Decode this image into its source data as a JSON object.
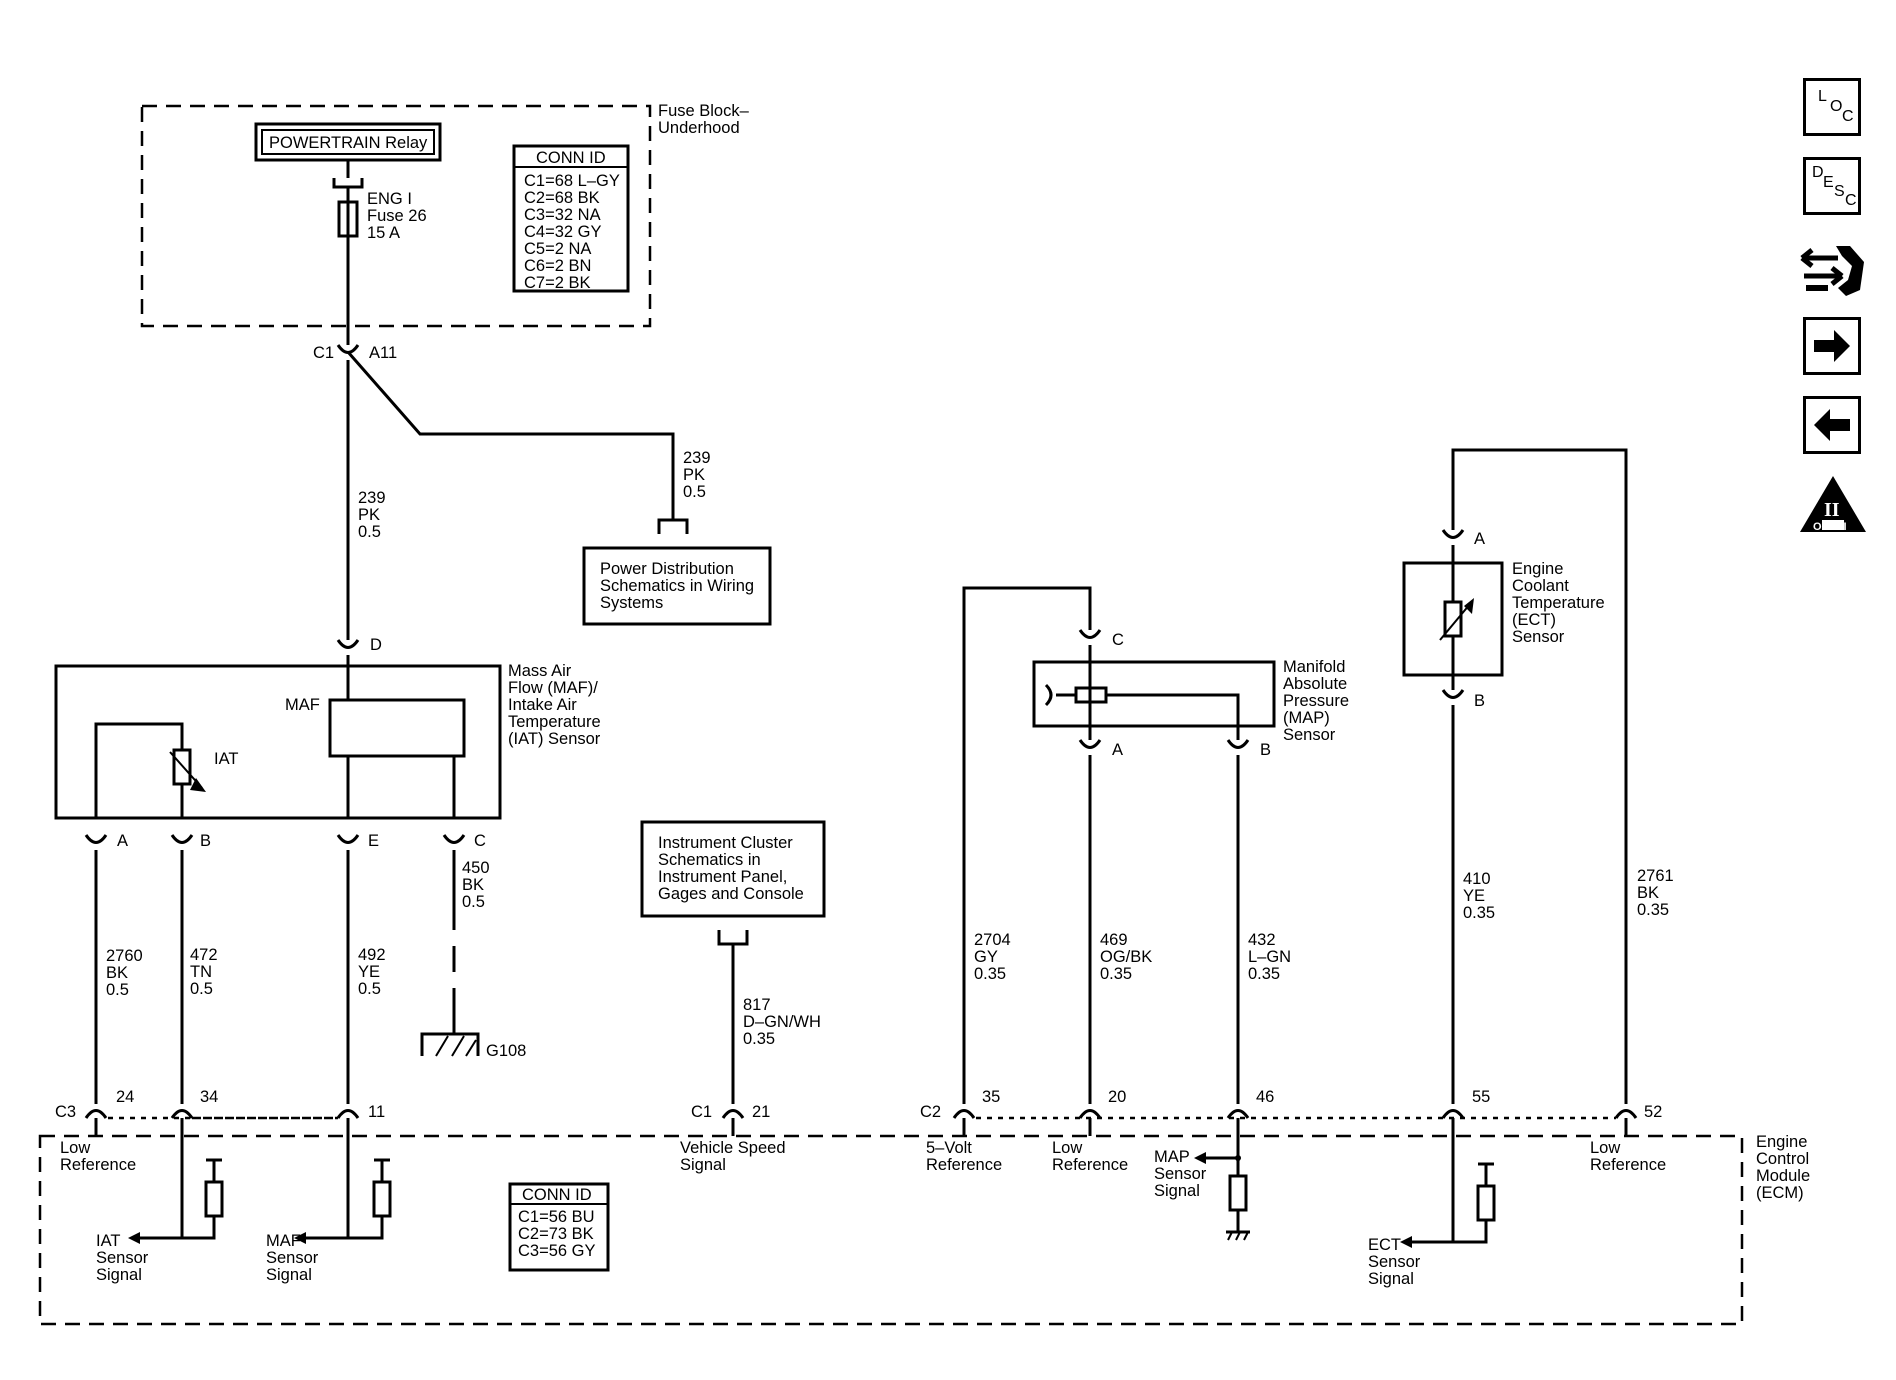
{
  "fuse_block": {
    "label_line1": "Fuse Block–",
    "label_line2": "Underhood",
    "relay": "POWERTRAIN Relay",
    "fuse_line1": "ENG I",
    "fuse_line2": "Fuse 26",
    "fuse_line3": "15 A",
    "conn_id": {
      "title": "CONN ID",
      "rows": [
        "C1=68 L–GY",
        "C2=68 BK",
        "C3=32 NA",
        "C4=32 GY",
        "C5=2 NA",
        "C6=2 BN",
        "C7=2 BK"
      ]
    }
  },
  "ecm_conn_id": {
    "title": "CONN ID",
    "rows": [
      "C1=56 BU",
      "C2=73 BK",
      "C3=56 GY"
    ]
  },
  "connector_c1_a11": {
    "conn": "C1",
    "pin": "A11"
  },
  "wires": {
    "w239_main": [
      "239",
      "PK",
      "0.5"
    ],
    "w239_branch": [
      "239",
      "PK",
      "0.5"
    ],
    "w2760": [
      "2760",
      "BK",
      "0.5"
    ],
    "w472": [
      "472",
      "TN",
      "0.5"
    ],
    "w492": [
      "492",
      "YE",
      "0.5"
    ],
    "w450": [
      "450",
      "BK",
      "0.5"
    ],
    "w817": [
      "817",
      "D–GN/WH",
      "0.35"
    ],
    "w2704": [
      "2704",
      "GY",
      "0.35"
    ],
    "w469": [
      "469",
      "OG/BK",
      "0.35"
    ],
    "w432": [
      "432",
      "L–GN",
      "0.35"
    ],
    "w410": [
      "410",
      "YE",
      "0.35"
    ],
    "w2761": [
      "2761",
      "BK",
      "0.35"
    ]
  },
  "power_dist": [
    "Power Distribution",
    "Schematics in Wiring",
    "Systems"
  ],
  "instrument_cluster": [
    "Instrument Cluster",
    "Schematics in",
    "Instrument Panel,",
    "Gages and Console"
  ],
  "maf_sensor": {
    "label": [
      "Mass Air",
      "Flow (MAF)/",
      "Intake Air",
      "Temperature",
      "(IAT) Sensor"
    ],
    "maf": "MAF",
    "iat": "IAT",
    "pin_d": "D",
    "pins": {
      "a": "A",
      "b": "B",
      "e": "E",
      "c": "C"
    }
  },
  "ground": "G108",
  "map_sensor": {
    "label": [
      "Manifold",
      "Absolute",
      "Pressure",
      "(MAP)",
      "Sensor"
    ],
    "pin_c": "C",
    "pin_a": "A",
    "pin_b": "B"
  },
  "ect_sensor": {
    "label": [
      "Engine",
      "Coolant",
      "Temperature",
      "(ECT)",
      "Sensor"
    ],
    "pin_a": "A",
    "pin_b": "B"
  },
  "ecm": {
    "label": [
      "Engine",
      "Control",
      "Module",
      "(ECM)"
    ],
    "pins": {
      "c3": "C3",
      "p24": "24",
      "p34": "34",
      "p11": "11",
      "c1": "C1",
      "p21": "21",
      "c2": "C2",
      "p35": "35",
      "p20": "20",
      "p46": "46",
      "p55": "55",
      "p52": "52"
    },
    "signals": {
      "low_ref_1": [
        "Low",
        "Reference"
      ],
      "iat": [
        "IAT",
        "Sensor",
        "Signal"
      ],
      "maf": [
        "MAF",
        "Sensor",
        "Signal"
      ],
      "vss": [
        "Vehicle Speed",
        "Signal"
      ],
      "five_volt": [
        "5–Volt",
        "Reference"
      ],
      "low_ref_2": [
        "Low",
        "Reference"
      ],
      "map": [
        "MAP",
        "Sensor",
        "Signal"
      ],
      "ect": [
        "ECT",
        "Sensor",
        "Signal"
      ],
      "low_ref_3": [
        "Low",
        "Reference"
      ]
    }
  },
  "nav_icons": {
    "loc": [
      "L",
      "O",
      "C"
    ],
    "desc": [
      "D",
      "E",
      "S",
      "C"
    ],
    "obd": "OBD II",
    "obd_roman": "II"
  }
}
